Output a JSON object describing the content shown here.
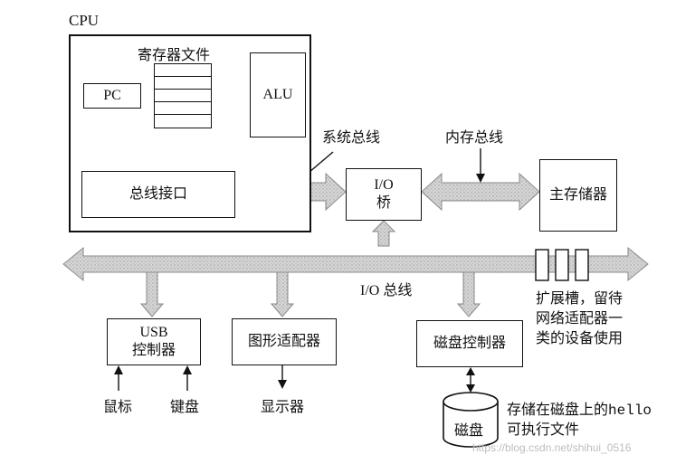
{
  "cpu": {
    "label": "CPU",
    "register_file_label": "寄存器文件",
    "pc_label": "PC",
    "alu_label": "ALU",
    "bus_interface_label": "总线接口"
  },
  "buses": {
    "system_bus_label": "系统总线",
    "memory_bus_label": "内存总线",
    "io_bus_label": "I/O 总线"
  },
  "io_bridge": {
    "line1": "I/O",
    "line2": "桥"
  },
  "main_memory_label": "主存储器",
  "usb_controller": {
    "line1": "USB",
    "line2": "控制器"
  },
  "graphics_adapter_label": "图形适配器",
  "disk_controller_label": "磁盘控制器",
  "mouse_label": "鼠标",
  "keyboard_label": "键盘",
  "display_label": "显示器",
  "disk_label": "磁盘",
  "expansion_slots": {
    "line1": "扩展槽，留待",
    "line2": "网络适配器一",
    "line3": "类的设备使用"
  },
  "hello_note": {
    "line1_prefix": "存储在磁盘上的",
    "line1_code": "hello",
    "line2": "可执行文件"
  },
  "watermark": "https://blog.csdn.net/shihui_0516",
  "colors": {
    "bus_fill": "#cfcfcf",
    "bus_stroke": "#8a8a8a",
    "line": "#111111"
  }
}
